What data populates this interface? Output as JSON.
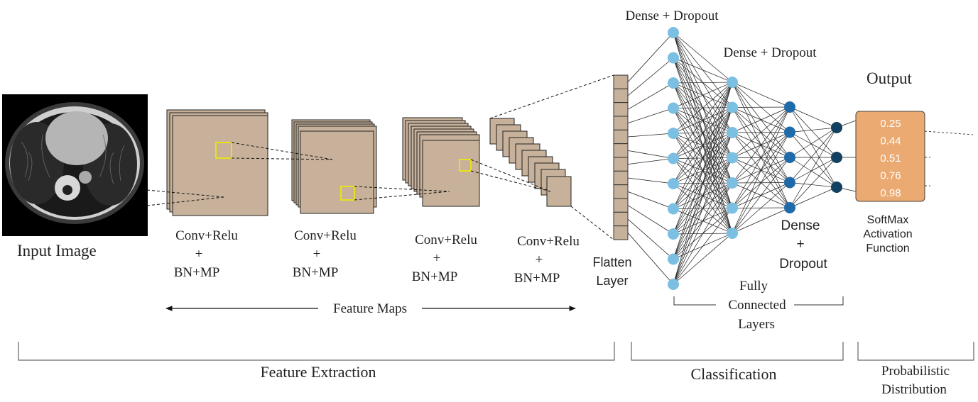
{
  "input_label": "Input Image",
  "conv_blocks": [
    {
      "line1": "Conv+Relu",
      "line2": "+",
      "line3": "BN+MP"
    },
    {
      "line1": "Conv+Relu",
      "line2": "+",
      "line3": "BN+MP"
    },
    {
      "line1": "Conv+Relu",
      "line2": "+",
      "line3": "BN+MP"
    },
    {
      "line1": "Conv+Relu",
      "line2": "+",
      "line3": "BN+MP"
    }
  ],
  "feature_maps_label": "Feature Maps",
  "flatten": {
    "line1": "Flatten",
    "line2": "Layer"
  },
  "dense_top": "Dense + Dropout",
  "dense_mid": "Dense + Dropout",
  "dense_bottom": {
    "line1": "Dense",
    "line2": "+",
    "line3": "Dropout"
  },
  "fully_connected": {
    "line1": "Fully",
    "line2": "Connected",
    "line3": "Layers"
  },
  "output_title": "Output",
  "output_values": [
    "0.25",
    "0.44",
    "0.51",
    "0.76",
    "0.98"
  ],
  "softmax": {
    "line1": "SoftMax",
    "line2": "Activation",
    "line3": "Function"
  },
  "sections": {
    "feature_extraction": "Feature Extraction",
    "classification": "Classification",
    "probabilistic": {
      "line1": "Probabilistic",
      "line2": "Distribution"
    }
  },
  "colors": {
    "map_fill": "#c7b19a",
    "highlight": "#e8e21a",
    "node_light": "#7bbfe3",
    "node_mid": "#1f6aa8",
    "node_dark": "#13405e",
    "output_box": "#eaaa72"
  }
}
